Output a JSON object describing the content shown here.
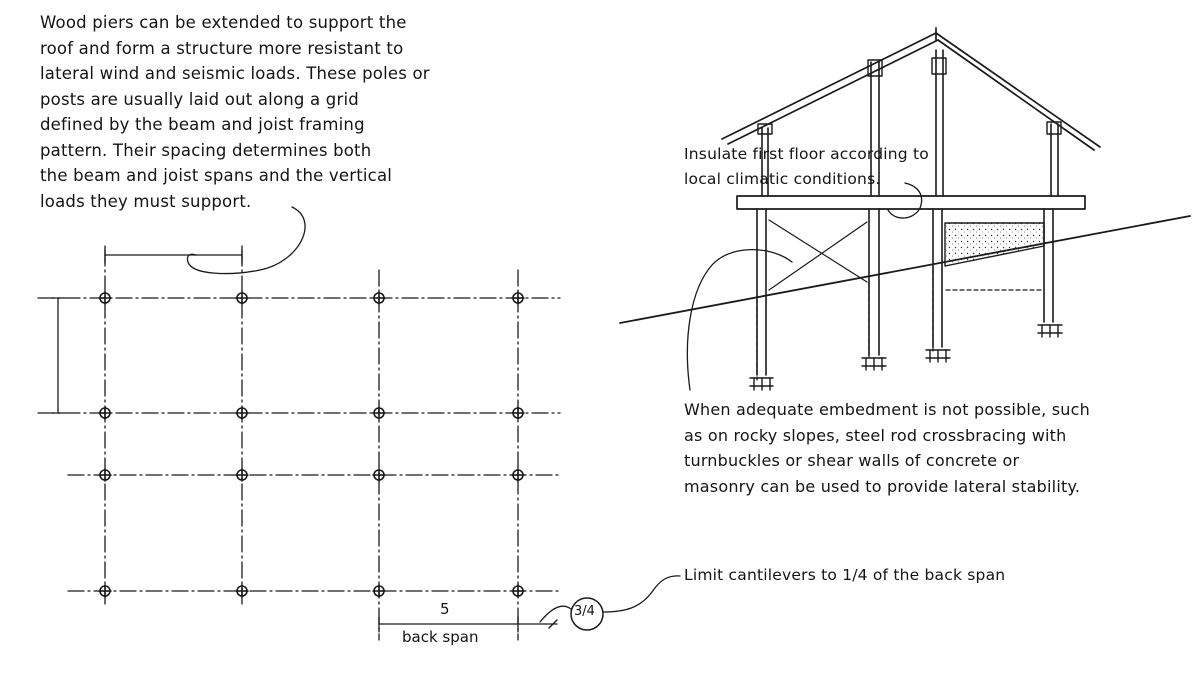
{
  "notes": {
    "wood_piers": [
      "Wood piers can be extended to support the",
      "roof and form a structure more resistant to",
      "lateral wind and seismic loads. These poles or",
      "posts are usually laid out along a grid",
      "defined by the beam and joist framing",
      "pattern.  Their spacing determines both",
      "the beam and joist spans and the vertical",
      "loads they must support."
    ],
    "insulate": [
      "Insulate first floor according to",
      "local climatic conditions."
    ],
    "embedment": [
      "When adequate embedment is not possible, such",
      "as on rocky slopes, steel rod crossbracing with",
      "turnbuckles or shear walls of concrete or",
      "masonry can be used to provide lateral stability."
    ],
    "cantilever": "Limit cantilevers to 1/4 of the back span"
  },
  "plan": {
    "span_label": "5",
    "back_span_label": "back span",
    "cantilever_fraction": "3/4"
  },
  "colors": {
    "ink": "#1a1a1a",
    "paper": "#ffffff"
  }
}
